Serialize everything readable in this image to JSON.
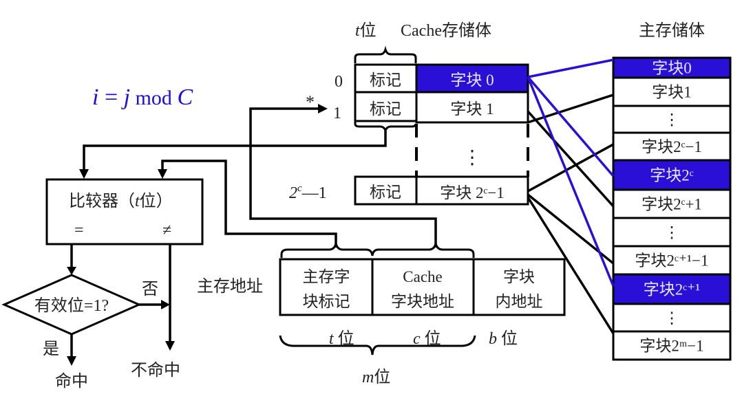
{
  "formula": {
    "text_i": "i",
    "text_eq": " = ",
    "text_j": "j",
    "text_mod": " mod ",
    "text_C": "C",
    "color": "#1a0ee0"
  },
  "cache": {
    "tag_bits_label": "t位",
    "title": "Cache存储体",
    "rows": [
      {
        "index": "0",
        "tag": "标记",
        "block": "字块 0",
        "highlighted": true
      },
      {
        "index": "1",
        "tag": "标记",
        "block": "字块 1",
        "highlighted": false
      },
      {
        "index": "2ᶜ−1",
        "tag": "标记",
        "block": "字块 2ᶜ−1",
        "highlighted": false
      }
    ],
    "ellipsis": "⋮",
    "pointer_marker": "*"
  },
  "main_memory": {
    "title": "主存储体",
    "rows": [
      {
        "label": "字块0",
        "highlighted": true
      },
      {
        "label": "字块1",
        "highlighted": false
      },
      {
        "label": "⋮",
        "highlighted": false
      },
      {
        "label": "字块2ᶜ−1",
        "highlighted": false
      },
      {
        "label": "字块2ᶜ",
        "highlighted": true
      },
      {
        "label": "字块2ᶜ+1",
        "highlighted": false
      },
      {
        "label": "⋮",
        "highlighted": false
      },
      {
        "label": "字块2ᶜ⁺¹−1",
        "highlighted": false
      },
      {
        "label": "字块2ᶜ⁺¹",
        "highlighted": true
      },
      {
        "label": "⋮",
        "highlighted": false
      },
      {
        "label": "字块2ᵐ−1",
        "highlighted": false
      }
    ],
    "highlight_color": "#2a0fd6"
  },
  "comparator": {
    "title": "比较器（t位）",
    "equal": "=",
    "not_equal": "≠"
  },
  "decision": {
    "question": "有效位=1?",
    "yes": "是",
    "no": "否",
    "hit": "命中",
    "miss": "不命中"
  },
  "address": {
    "label": "主存地址",
    "fields": [
      {
        "line1": "主存字",
        "line2": "块标记",
        "bits": "t 位"
      },
      {
        "line1": "Cache",
        "line2": "字块地址",
        "bits": "c 位"
      },
      {
        "line1": "字块",
        "line2": "内地址",
        "bits": "b 位"
      }
    ],
    "total_bits": "m位"
  }
}
